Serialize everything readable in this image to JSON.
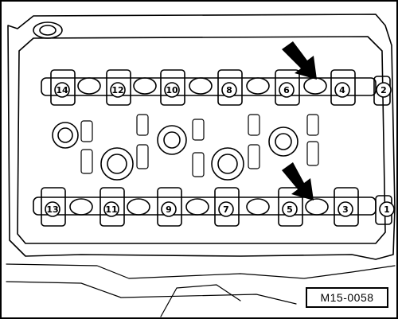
{
  "figure": {
    "id_label": "M15-0058",
    "upper_bolt_labels": [
      "14",
      "12",
      "10",
      "8",
      "6",
      "4",
      "2"
    ],
    "lower_bolt_labels": [
      "13",
      "11",
      "9",
      "7",
      "5",
      "3",
      "1"
    ],
    "colors": {
      "line": "#000000",
      "background": "#ffffff"
    }
  }
}
